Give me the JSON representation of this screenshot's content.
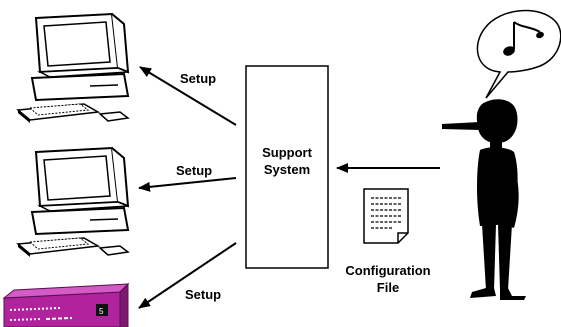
{
  "center_box": {
    "line1": "Support",
    "line2": "System"
  },
  "arrow_labels": {
    "top": "Setup",
    "middle": "Setup",
    "bottom": "Setup"
  },
  "config_file": {
    "line1": "Configuration",
    "line2": "File"
  },
  "device": {
    "display": "5"
  },
  "icons": {
    "computer_top": "desktop-computer-icon",
    "computer_middle": "desktop-computer-icon",
    "network_device": "network-switch-icon",
    "document": "document-icon",
    "person": "person-silhouette-icon",
    "speech": "speech-bubble-music-note-icon"
  },
  "colors": {
    "device": "#b0239d",
    "stroke": "#000000",
    "person": "#000000"
  }
}
